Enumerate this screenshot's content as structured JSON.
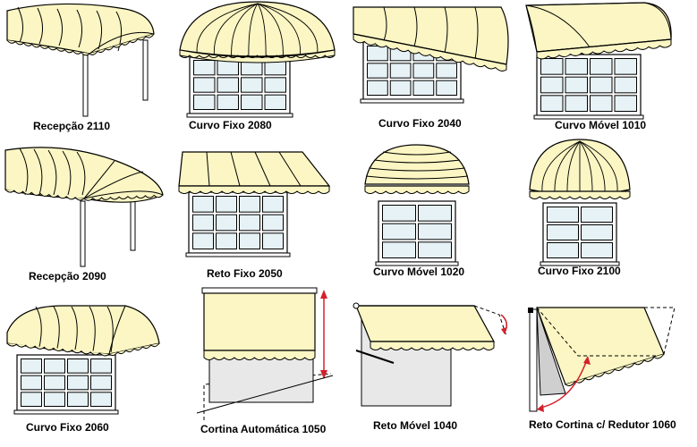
{
  "colors": {
    "awning_fill": "#fbf6c3",
    "outline": "#000000",
    "glass": "#e6f2f5",
    "wall": "#e8e8e8",
    "arrow": "#d4202a"
  },
  "items": [
    {
      "id": "r2110",
      "label": "Recepção 2110",
      "icon": "awning-reception-straight"
    },
    {
      "id": "c2080",
      "label": "Curvo Fixo 2080",
      "icon": "awning-dome-window"
    },
    {
      "id": "c2040",
      "label": "Curvo Fixo 2040",
      "icon": "awning-curved-window"
    },
    {
      "id": "m1010",
      "label": "Curvo Móvel 1010",
      "icon": "awning-curved-retractable"
    },
    {
      "id": "r2090",
      "label": "Recepção 2090",
      "icon": "awning-reception-rounded"
    },
    {
      "id": "f2050",
      "label": "Reto Fixo 2050",
      "icon": "awning-straight-window"
    },
    {
      "id": "m1020",
      "label": "Curvo Móvel 1020",
      "icon": "awning-dome-small"
    },
    {
      "id": "c2100",
      "label": "Curvo Fixo 2100",
      "icon": "awning-dome-tall"
    },
    {
      "id": "c2060",
      "label": "Curvo Fixo 2060",
      "icon": "awning-curved-corner"
    },
    {
      "id": "ca1050",
      "label": "Cortina Automática 1050",
      "icon": "awning-roller-curtain"
    },
    {
      "id": "rm1040",
      "label": "Reto Móvel 1040",
      "icon": "awning-retractable-arm"
    },
    {
      "id": "rc1060",
      "label": "Reto Cortina c/ Redutor 1060",
      "icon": "awning-curtain-reducer"
    }
  ]
}
